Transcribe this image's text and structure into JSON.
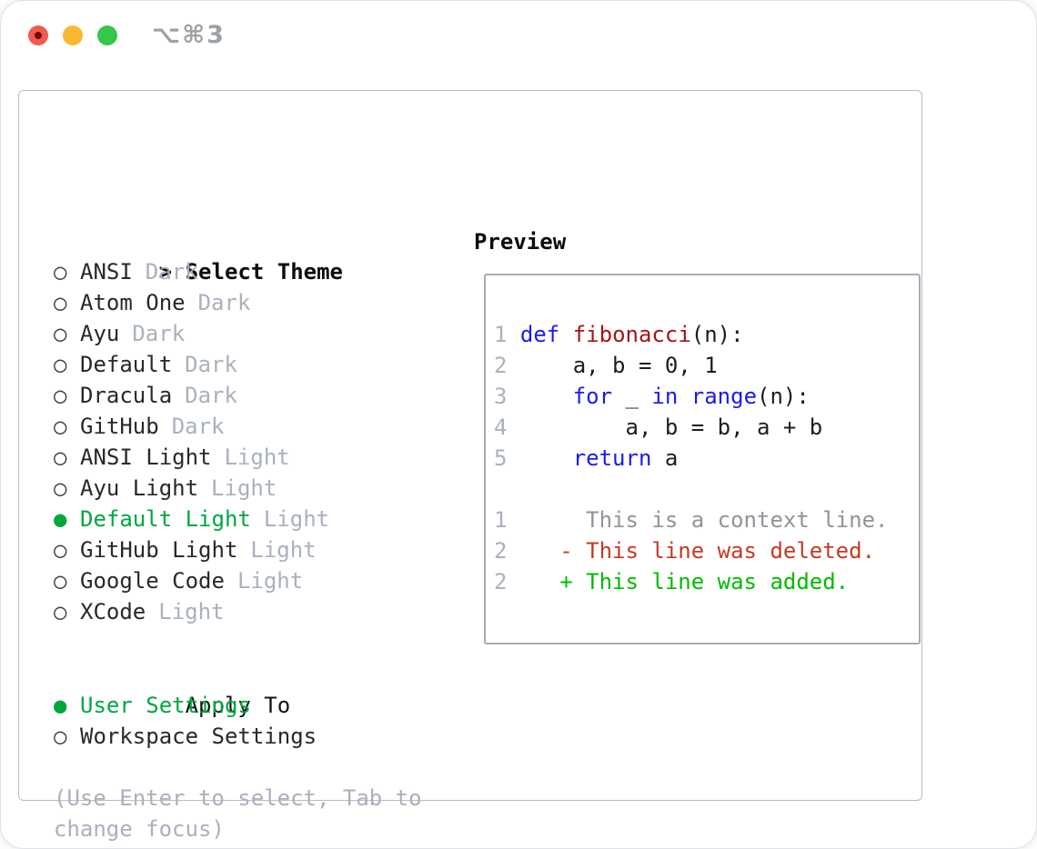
{
  "window": {
    "title": "⌥⌘3",
    "buttons": {
      "close": "close",
      "minimize": "minimize",
      "zoom": "zoom"
    }
  },
  "colors": {
    "selected_green": "#00a73f",
    "added_green": "#00bb00",
    "deleted_red": "#c53a23",
    "keyword_blue": "#1b1bef",
    "function_red": "#a31515",
    "muted_gray": "#a9b1bc",
    "context_gray": "#8f959b"
  },
  "theme_picker": {
    "header_marker": ">",
    "header": "Select Theme",
    "radio_unselected": "○",
    "radio_selected": "●",
    "items": [
      {
        "label": "ANSI",
        "variant": "Dark",
        "selected": false
      },
      {
        "label": "Atom One",
        "variant": "Dark",
        "selected": false
      },
      {
        "label": "Ayu",
        "variant": "Dark",
        "selected": false
      },
      {
        "label": "Default",
        "variant": "Dark",
        "selected": false
      },
      {
        "label": "Dracula",
        "variant": "Dark",
        "selected": false
      },
      {
        "label": "GitHub",
        "variant": "Dark",
        "selected": false
      },
      {
        "label": "ANSI Light",
        "variant": "Light",
        "selected": false
      },
      {
        "label": "Ayu Light",
        "variant": "Light",
        "selected": false
      },
      {
        "label": "Default Light",
        "variant": "Light",
        "selected": true
      },
      {
        "label": "GitHub Light",
        "variant": "Light",
        "selected": false
      },
      {
        "label": "Google Code",
        "variant": "Light",
        "selected": false
      },
      {
        "label": "XCode",
        "variant": "Light",
        "selected": false
      }
    ]
  },
  "apply_to": {
    "header": "Apply To",
    "options": [
      {
        "label": "User Settings",
        "selected": true
      },
      {
        "label": "Workspace Settings",
        "selected": false
      }
    ]
  },
  "hint": {
    "line1": "(Use Enter to select, Tab to",
    "line2": "change focus)"
  },
  "preview": {
    "heading": "Preview",
    "code_lines": [
      [
        {
          "t": "1",
          "c": "num"
        },
        {
          "t": " ",
          "c": "plain"
        },
        {
          "t": "def",
          "c": "kw"
        },
        {
          "t": " ",
          "c": "plain"
        },
        {
          "t": "fibonacci",
          "c": "fn"
        },
        {
          "t": "(n):",
          "c": "plain"
        }
      ],
      [
        {
          "t": "2",
          "c": "num"
        },
        {
          "t": "     a, b = 0, 1",
          "c": "plain"
        }
      ],
      [
        {
          "t": "3",
          "c": "num"
        },
        {
          "t": "     ",
          "c": "plain"
        },
        {
          "t": "for",
          "c": "kw"
        },
        {
          "t": " _ ",
          "c": "plain"
        },
        {
          "t": "in",
          "c": "kw"
        },
        {
          "t": " ",
          "c": "plain"
        },
        {
          "t": "range",
          "c": "kw"
        },
        {
          "t": "(n):",
          "c": "plain"
        }
      ],
      [
        {
          "t": "4",
          "c": "num"
        },
        {
          "t": "         a, b = b, a + b",
          "c": "plain"
        }
      ],
      [
        {
          "t": "5",
          "c": "num"
        },
        {
          "t": "     ",
          "c": "plain"
        },
        {
          "t": "return",
          "c": "kw"
        },
        {
          "t": " a",
          "c": "plain"
        }
      ],
      [],
      [
        {
          "t": "1",
          "c": "num"
        },
        {
          "t": "      This is a context line.",
          "c": "ctx"
        }
      ],
      [
        {
          "t": "2",
          "c": "num"
        },
        {
          "t": "    - This line was deleted.",
          "c": "del"
        }
      ],
      [
        {
          "t": "2",
          "c": "num"
        },
        {
          "t": "    + This line was added.",
          "c": "add"
        }
      ]
    ]
  }
}
